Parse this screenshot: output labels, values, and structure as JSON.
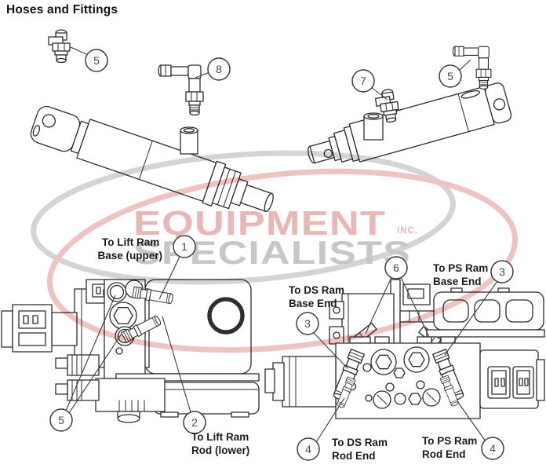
{
  "title": "Hoses and Fittings",
  "watermark": {
    "word1": "EQUIPMENT",
    "word2": "SPECIALISTS",
    "suffix": "INC."
  },
  "part_numbers": {
    "1": "1",
    "2": "2",
    "3": "3",
    "4": "4",
    "5": "5",
    "6": "6",
    "7": "7",
    "8": "8"
  },
  "labels": {
    "lift_base": {
      "line1": "To Lift Ram",
      "line2": "Base (upper)"
    },
    "lift_rod": {
      "line1": "To Lift Ram",
      "line2": "Rod (lower)"
    },
    "ds_base": {
      "line1": "To DS Ram",
      "line2": "Base End"
    },
    "ps_base": {
      "line1": "To PS Ram",
      "line2": "Base End"
    },
    "ds_rod": {
      "line1": "To DS Ram",
      "line2": "Rod End"
    },
    "ps_rod": {
      "line1": "To PS Ram",
      "line2": "Rod End"
    }
  },
  "colors": {
    "line_art": "#2b2b2b",
    "label_text": "#1b1b1b",
    "callout_number": "#3d4c5e",
    "watermark_red": "#d4726d",
    "watermark_gray": "#8f8f8f"
  }
}
